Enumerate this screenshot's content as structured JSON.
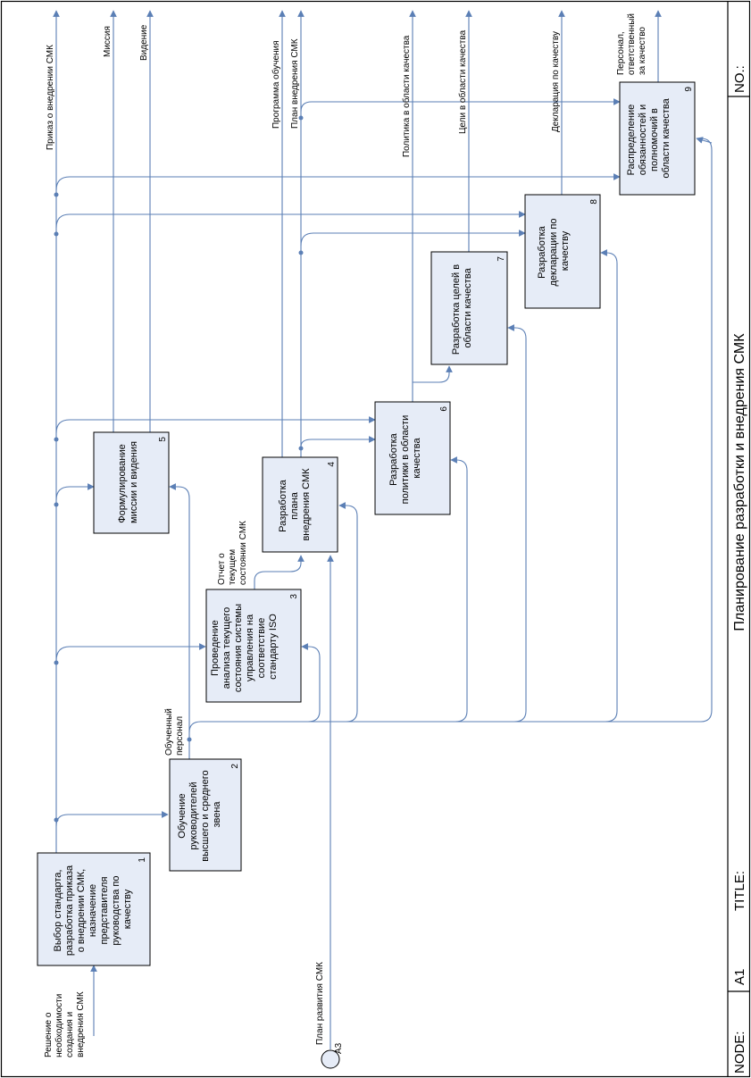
{
  "header": {
    "node_label": "NODE:",
    "node_value": "A1",
    "title_label": "TITLE:",
    "title_value": "Планирование разработки и внедрения СМК",
    "no_label": "NO.:"
  },
  "boxes": [
    {
      "num": "1",
      "lines": [
        "Выбор стандарта,",
        "разработка приказа",
        "о внедрении СМК,",
        "назначение",
        "представителя",
        "руководства по",
        "качеству"
      ]
    },
    {
      "num": "2",
      "lines": [
        "Обучение",
        "руководителей",
        "высшего и среднего",
        "звена"
      ]
    },
    {
      "num": "3",
      "lines": [
        "Проведение",
        "анализа текущего",
        "состояния системы",
        "управления на",
        "соответствие",
        "стандарту ISO"
      ]
    },
    {
      "num": "4",
      "lines": [
        "Разработка",
        "плана",
        "внедрения СМК"
      ]
    },
    {
      "num": "5",
      "lines": [
        "Формулирование",
        "миссии и видения"
      ]
    },
    {
      "num": "6",
      "lines": [
        "Разработка",
        "политики в области",
        "качества"
      ]
    },
    {
      "num": "7",
      "lines": [
        "Разработка целей в",
        "области качества"
      ]
    },
    {
      "num": "8",
      "lines": [
        "Разработка",
        "декларации по",
        "качеству"
      ]
    },
    {
      "num": "9",
      "lines": [
        "Распределение",
        "обязанностей и",
        "полномочий в",
        "области качества"
      ]
    }
  ],
  "arrows": {
    "input_decision": [
      "Решение о",
      "необходимости",
      "создания и",
      "внедрения СМК"
    ],
    "control_plan": [
      "План развития СМК"
    ],
    "tunnel_ref": "А3",
    "trained": [
      "Обученный",
      "персонал"
    ],
    "report": [
      "Отчет о",
      "текущем",
      "состоянии СМК"
    ],
    "out_order": [
      "Приказ о внедрении СМК"
    ],
    "out_mission": [
      "Миссия"
    ],
    "out_vision": [
      "Видение"
    ],
    "out_training": [
      "Программа обучения"
    ],
    "out_plan": [
      "План внедрения СМК"
    ],
    "out_policy": [
      "Политика в области качества"
    ],
    "out_goals": [
      "Цели в области качества"
    ],
    "out_declaration": [
      "Декларация по качеству"
    ],
    "out_personnel": [
      "Персонал,",
      "ответственный",
      "за качество"
    ]
  },
  "colors": {
    "box_fill": "#e6ecf7",
    "arrow": "#5b7fb5"
  }
}
